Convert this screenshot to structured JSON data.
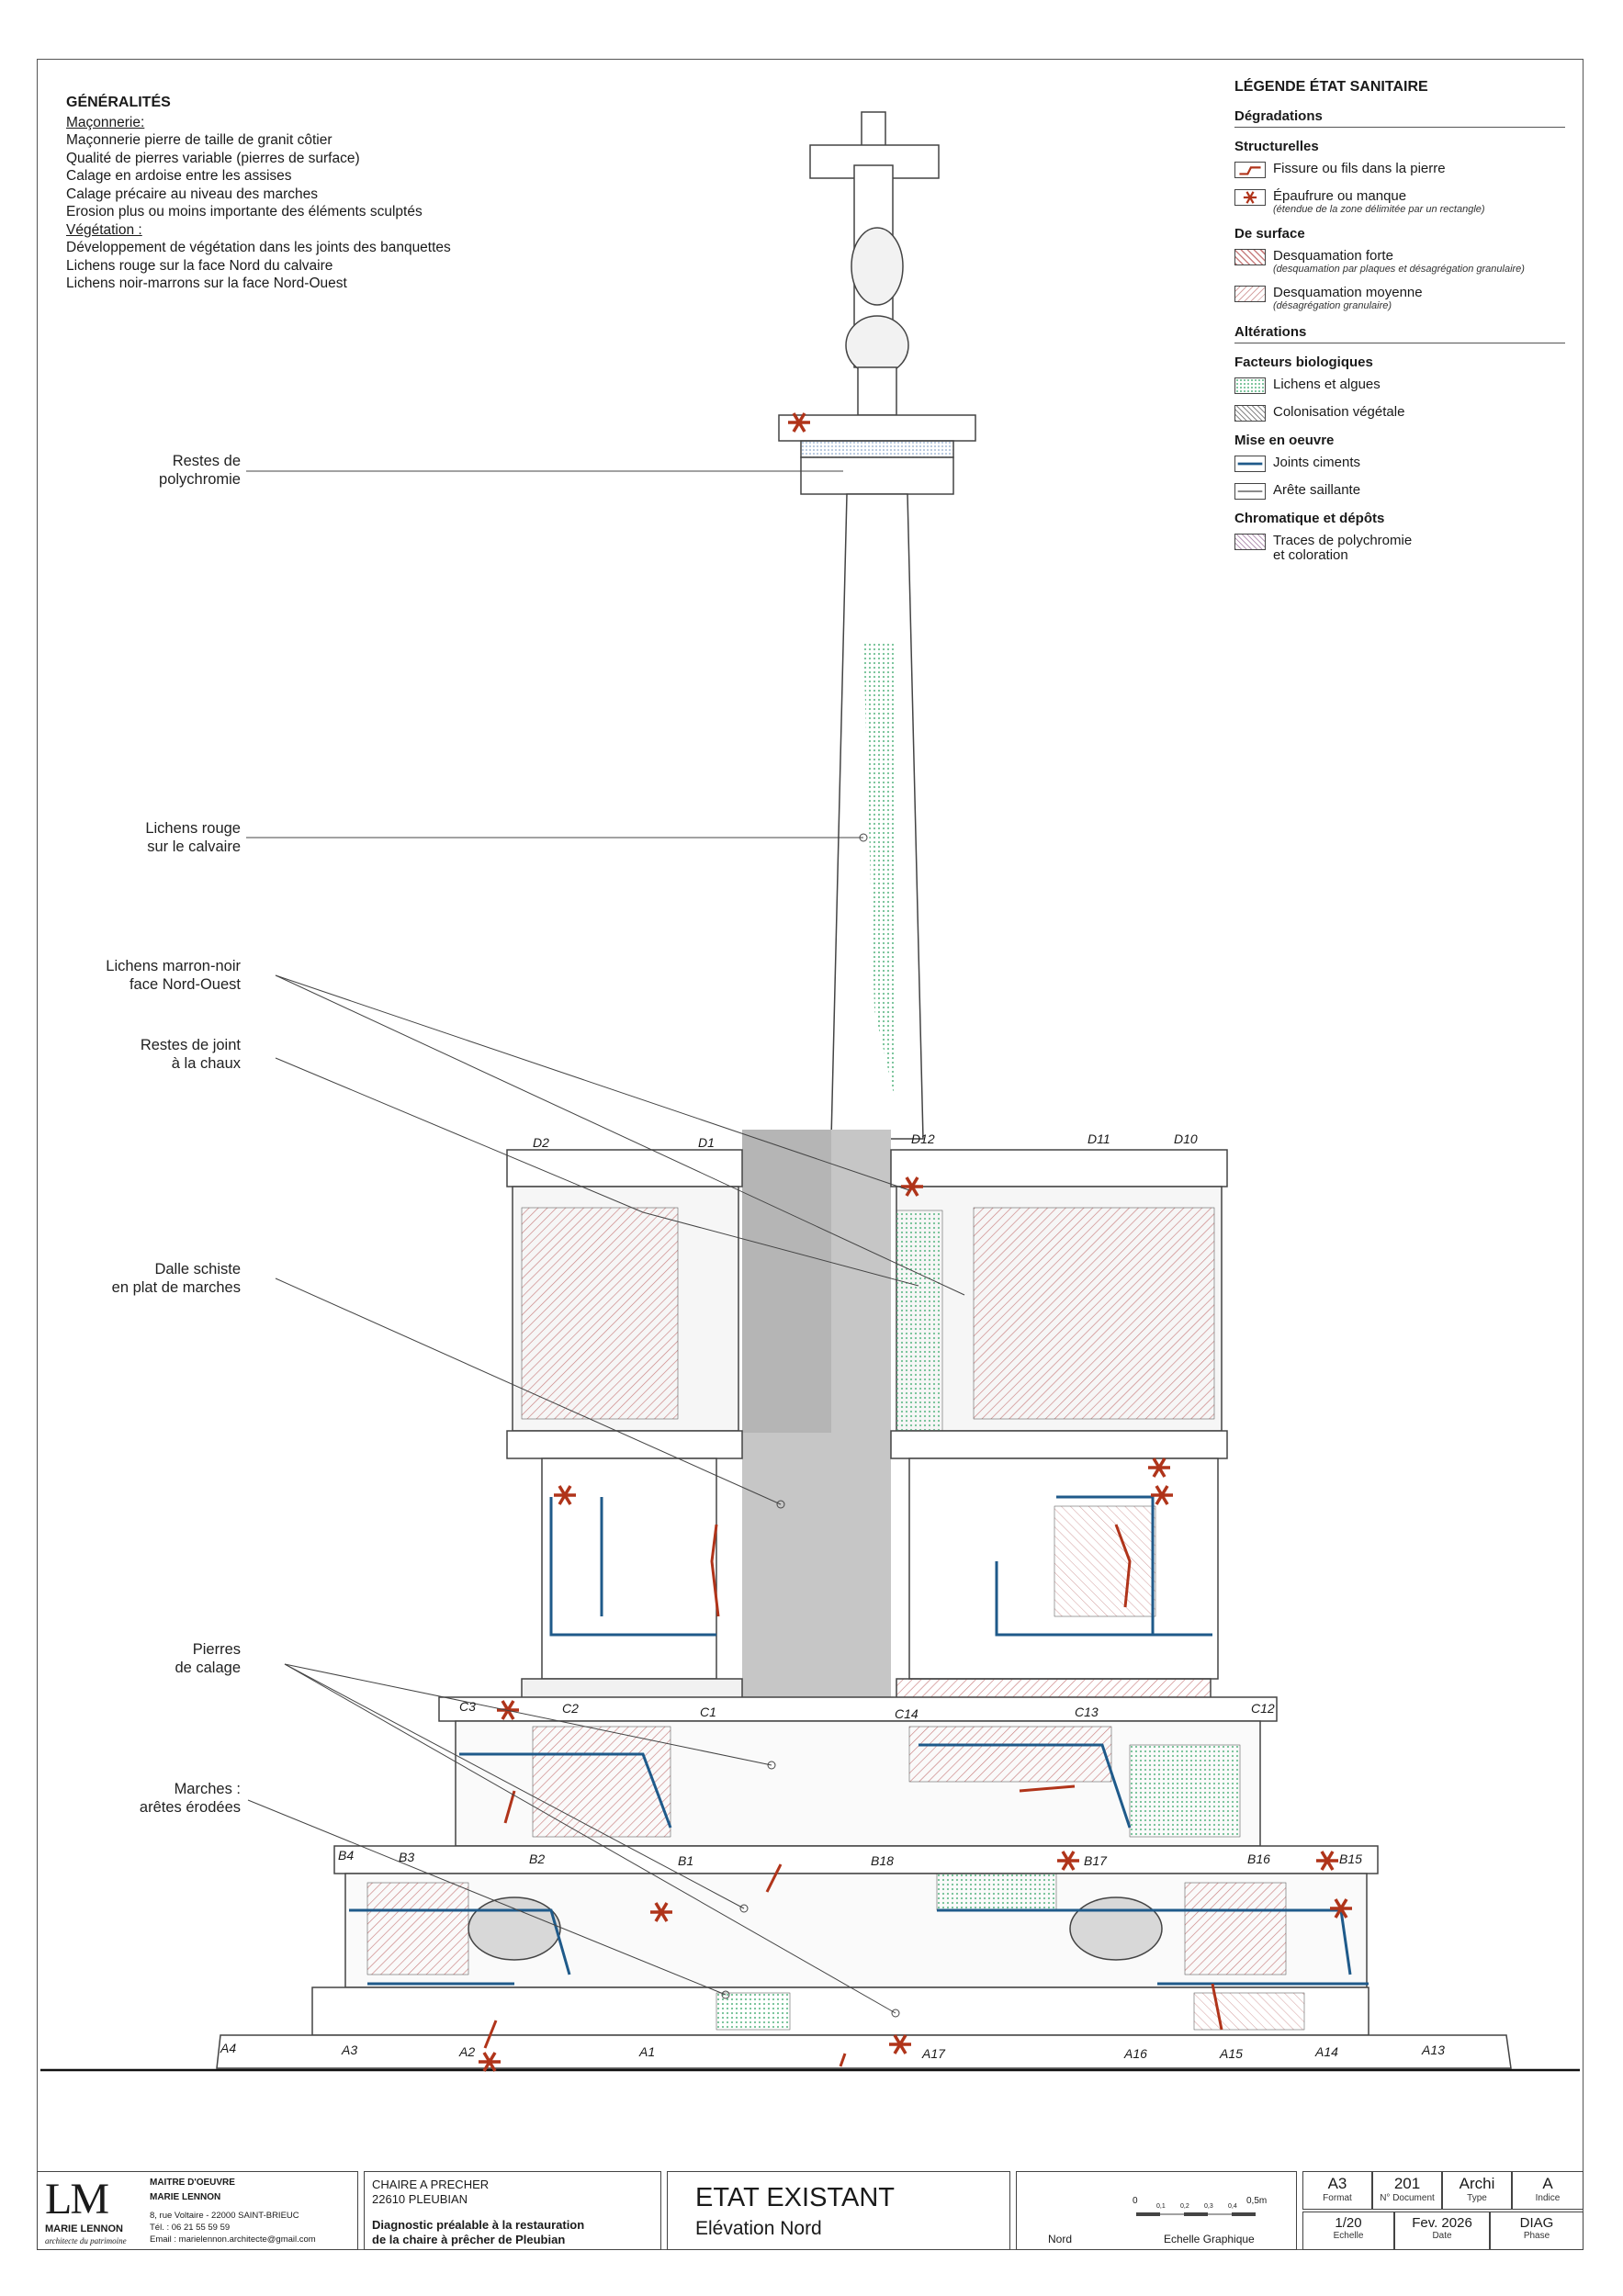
{
  "generalites": {
    "title": "GÉNÉRALITÉS",
    "maconnerie_heading": "Maçonnerie:",
    "maconnerie": [
      "Maçonnerie pierre de taille de granit côtier",
      "Qualité de pierres variable (pierres de surface)",
      "Calage en ardoise entre les assises",
      "Calage précaire au niveau des marches",
      "Erosion plus ou moins importante des éléments sculptés"
    ],
    "vegetation_heading": "Végétation :",
    "vegetation": [
      "Développement de végétation dans les joints des banquettes",
      "Lichens rouge sur la face Nord du calvaire",
      "Lichens noir-marrons sur la face Nord-Ouest"
    ]
  },
  "legend": {
    "title": "LÉGENDE ÉTAT SANITAIRE",
    "degradations": "Dégradations",
    "structurelles": "Structurelles",
    "fissure": "Fissure ou fils dans la pierre",
    "epaufrure": "Épaufrure ou manque",
    "epaufrure_note": "(étendue de la zone délimitée par un rectangle)",
    "de_surface": "De surface",
    "desq_forte": "Desquamation forte",
    "desq_forte_note": "(desquamation par plaques et désagrégation granulaire)",
    "desq_moyenne": "Desquamation moyenne",
    "desq_moyenne_note": "(désagrégation granulaire)",
    "alterations": "Altérations",
    "facteurs": "Facteurs biologiques",
    "lichens": "Lichens et algues",
    "colonisation": "Colonisation végétale",
    "mise_en_oeuvre": "Mise en oeuvre",
    "joints": "Joints ciments",
    "arete": "Arête saillante",
    "chromatique": "Chromatique et dépôts",
    "traces_1": "Traces de polychromie",
    "traces_2": "et coloration"
  },
  "callouts": [
    {
      "l1": "Restes de",
      "l2": "polychromie"
    },
    {
      "l1": "Lichens rouge",
      "l2": "sur le calvaire"
    },
    {
      "l1": "Lichens marron-noir",
      "l2": "face Nord-Ouest"
    },
    {
      "l1": "Restes de joint",
      "l2": "à la chaux"
    },
    {
      "l1": "Dalle schiste",
      "l2": "en plat de marches"
    },
    {
      "l1": "Pierres",
      "l2": "de calage"
    },
    {
      "l1": "Marches :",
      "l2": "arêtes érodées"
    }
  ],
  "stone_labels": {
    "d": [
      "D2",
      "D1",
      "D12",
      "D11",
      "D10"
    ],
    "c": [
      "C3",
      "C2",
      "C1",
      "C14",
      "C13",
      "C12"
    ],
    "b": [
      "B4",
      "B3",
      "B2",
      "B1",
      "B18",
      "B17",
      "B16",
      "B15"
    ],
    "a": [
      "A4",
      "A3",
      "A2",
      "A1",
      "A17",
      "A16",
      "A15",
      "A14",
      "A13"
    ]
  },
  "titleblock": {
    "logo": "LM",
    "logo_name": "MARIE LENNON",
    "logo_sub": "architecte du patrimoine",
    "moe_1": "MAITRE D'OEUVRE",
    "moe_2": "MARIE LENNON",
    "address": "8, rue Voltaire - 22000 SAINT-BRIEUC",
    "tel": "Tél. : 06 21 55 59 59",
    "email": "Email : marielennon.architecte@gmail.com",
    "project_1": "CHAIRE A PRECHER",
    "project_2": "22610 PLEUBIAN",
    "project_3": "Diagnostic préalable à la restauration",
    "project_4": "de la chaire à prêcher de Pleubian",
    "sheet_title": "ETAT EXISTANT",
    "sheet_sub": "Elévation Nord",
    "scale_ticks": [
      "0",
      "0,1",
      "0,2",
      "0,3",
      "0,4",
      "0,5m"
    ],
    "nord": "Nord",
    "echelle_graphique": "Echelle Graphique",
    "cells": [
      {
        "v": "A3",
        "c": "Format"
      },
      {
        "v": "201",
        "c": "N° Document"
      },
      {
        "v": "Archi",
        "c": "Type"
      },
      {
        "v": "A",
        "c": "Indice"
      },
      {
        "v": "1/20",
        "c": "Echelle"
      },
      {
        "v": "Fev. 2026",
        "c": "Date"
      },
      {
        "v": "DIAG",
        "c": "Phase"
      }
    ]
  },
  "colors": {
    "crack": "#b0341a",
    "cement_joint": "#1f5a8a",
    "lichen": "#6fbf93",
    "shade": "#bdbdbd"
  }
}
